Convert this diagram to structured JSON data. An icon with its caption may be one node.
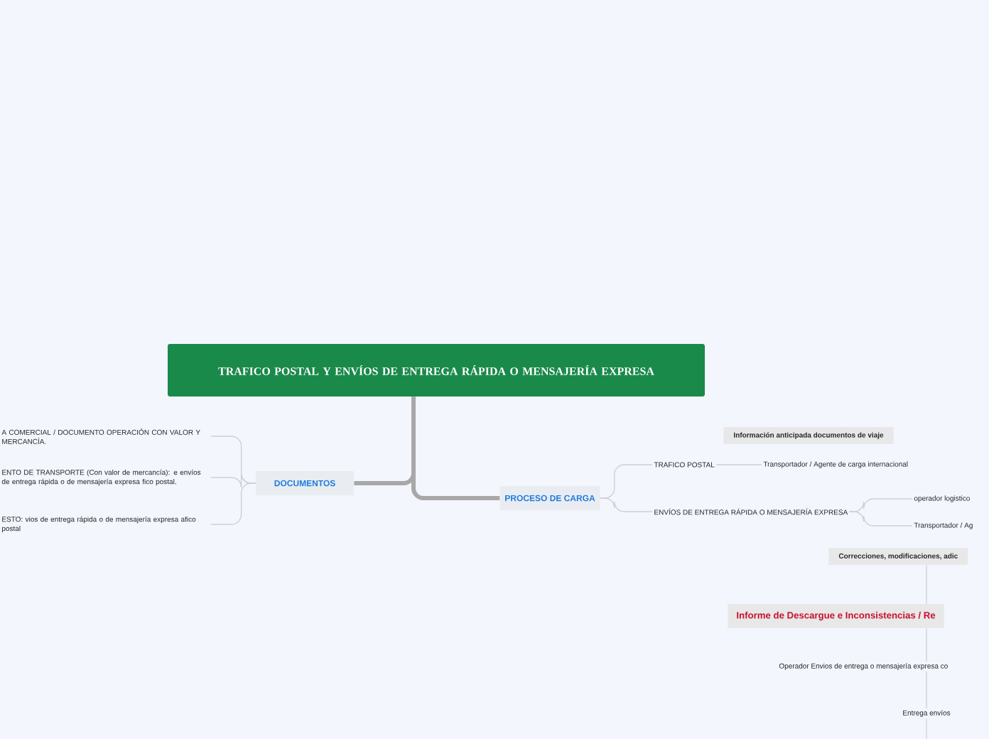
{
  "diagram": {
    "nodes": [
      {
        "text": [
          "TRAFICO POSTAL Y ENVÍOS DE ENTREGA RÁPIDA O MENSAJERÍA EXPRESA"
        ]
      },
      {
        "text": [
          "DOCUMENTOS"
        ]
      },
      {
        "text": [
          "A COMERCIAL / DOCUMENTO OPERACIÓN CON VALOR Y MERCANCÍA."
        ]
      },
      {
        "text": [
          "ENTO DE TRANSPORTE (Con valor de mercancía): e envíos de entrega rápida o de mensajería expresa fico postal."
        ]
      },
      {
        "text": [
          "ESTO: vios de entrega rápida o de mensajería expresa afico postal"
        ]
      },
      {
        "text": [
          "PROCESO DE CARGA"
        ]
      },
      {
        "text": [
          "Información anticipada documentos de viaje"
        ]
      },
      {
        "text": [
          "TRAFICO POSTAL"
        ]
      },
      {
        "text": [
          "Transportador  / Agente de carga internacional"
        ]
      },
      {
        "text": [
          "ENVÍOS DE ENTREGA RÁPIDA O MENSAJERÍA EXPRESA"
        ]
      },
      {
        "text": [
          "operador  logistico"
        ]
      },
      {
        "text": [
          "Transportador / Ag"
        ]
      },
      {
        "text": [
          "Correcciones, modificaciones, adic"
        ]
      },
      {
        "text": [
          "Informe de Descargue e Inconsistencias / Re"
        ]
      },
      {
        "text": [
          "Operador Envios de entrega o mensajería expresa co"
        ]
      },
      {
        "text": [
          "Entrega envíos"
        ]
      }
    ],
    "edges": [
      {
        "from": 0,
        "to": 1,
        "arrow": "none",
        "style": "thick",
        "color": "#a8a8a8"
      },
      {
        "from": 0,
        "to": 5,
        "arrow": "none",
        "style": "thick",
        "color": "#a8a8a8"
      },
      {
        "from": 1,
        "to": 2,
        "arrow": "none"
      },
      {
        "from": 1,
        "to": 3,
        "arrow": "none"
      },
      {
        "from": 1,
        "to": 4,
        "arrow": "none"
      },
      {
        "from": 5,
        "to": 7,
        "arrow": "none"
      },
      {
        "from": 5,
        "to": 9,
        "arrow": "none"
      },
      {
        "from": 7,
        "to": 8,
        "arrow": "none"
      },
      {
        "from": 9,
        "to": 10,
        "arrow": "none"
      },
      {
        "from": 9,
        "to": 11,
        "arrow": "none"
      },
      {
        "from": 12,
        "to": 13,
        "arrow": "none"
      },
      {
        "from": 13,
        "to": 14,
        "arrow": "none"
      },
      {
        "from": 14,
        "to": 15,
        "arrow": "none"
      },
      {
        "from": 15,
        "to": null,
        "arrow": "none"
      }
    ]
  }
}
